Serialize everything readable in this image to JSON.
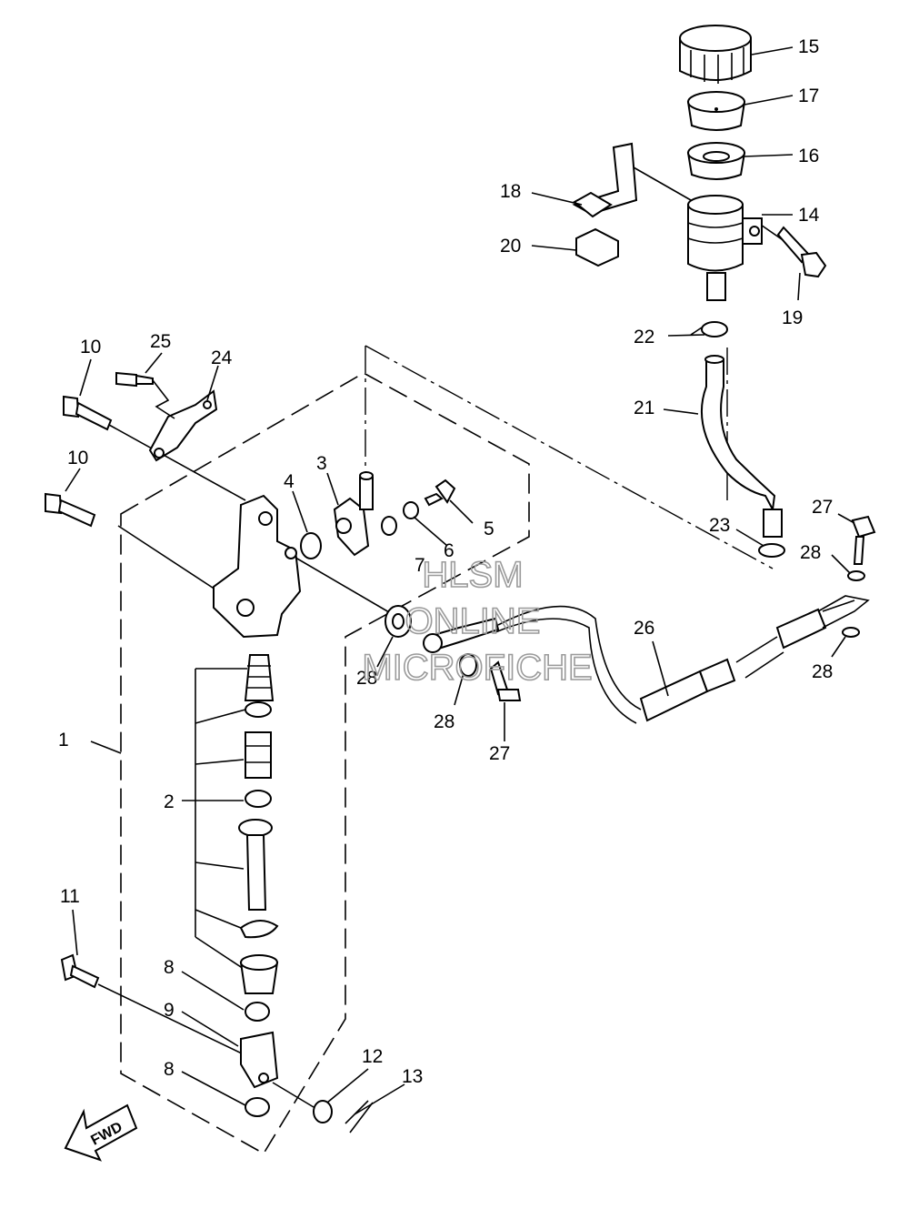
{
  "watermark": {
    "line1": "HLSM",
    "line2": "ONLINE",
    "line3": "MICROFICHE"
  },
  "fwd_arrow": {
    "label": "FWD"
  },
  "callouts": {
    "n1": "1",
    "n2": "2",
    "n3": "3",
    "n4": "4",
    "n5": "5",
    "n6": "6",
    "n7": "7",
    "n8a": "8",
    "n8b": "8",
    "n9": "9",
    "n10a": "10",
    "n10b": "10",
    "n11": "11",
    "n12": "12",
    "n13": "13",
    "n14": "14",
    "n15": "15",
    "n16": "16",
    "n17": "17",
    "n18": "18",
    "n19": "19",
    "n20": "20",
    "n21": "21",
    "n22": "22",
    "n23": "23",
    "n24": "24",
    "n25": "25",
    "n26": "26",
    "n27a": "27",
    "n27b": "27",
    "n28a": "28",
    "n28b": "28",
    "n28c": "28",
    "n28d": "28"
  }
}
